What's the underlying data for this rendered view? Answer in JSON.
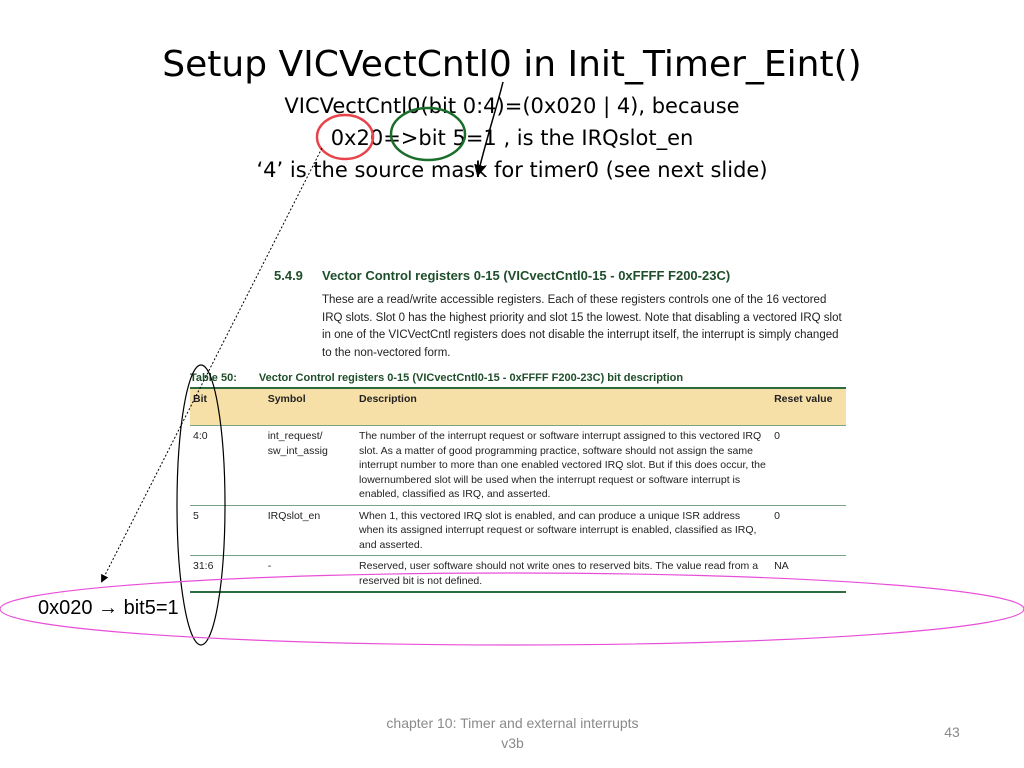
{
  "slide": {
    "title": "Setup VICVectCntl0 in Init_Timer_Eint()",
    "lines": [
      "VICVectCntl0(bit 0:4)=(0x020 | 4), because",
      "0x20=>bit 5=1 , is the IRQslot_en",
      "‘4’ is the source mask for timer0 (see next slide)"
    ]
  },
  "doc": {
    "section_number": "5.4.9",
    "section_title": "Vector Control registers 0-15 (VICvectCntl0-15 - 0xFFFF F200-23C)",
    "paragraph": "These are a read/write accessible registers. Each of these registers controls one of the 16 vectored IRQ slots. Slot 0 has the highest priority and slot 15 the lowest. Note that disabling a vectored IRQ slot in one of the VICVectCntl registers does not disable the interrupt itself, the interrupt is simply changed to the non-vectored form.",
    "table_caption_label": "Table 50:",
    "table_caption_text": "Vector Control registers 0-15 (VICvectCntl0-15 - 0xFFFF F200-23C) bit description",
    "headers": [
      "Bit",
      "Symbol",
      "Description",
      "Reset value"
    ],
    "rows": [
      {
        "bit": "4:0",
        "symbol": "int_request/ sw_int_assig",
        "description": "The number of the interrupt request or software interrupt assigned to this vectored IRQ slot. As a matter of good programming practice, software should not assign the same interrupt number to more than one enabled vectored IRQ slot. But if this does occur, the lowernumbered slot will be used when the interrupt request or software interrupt is enabled, classified as IRQ, and asserted.",
        "reset": "0"
      },
      {
        "bit": "5",
        "symbol": "IRQslot_en",
        "description": "When 1, this vectored IRQ slot is enabled, and can produce a unique ISR address when its assigned interrupt request or software interrupt is enabled, classified as IRQ, and asserted.",
        "reset": "0"
      },
      {
        "bit": "31:6",
        "symbol": "-",
        "description": "Reserved, user software should not write ones to reserved bits. The value read from a reserved bit is not defined.",
        "reset": "NA"
      }
    ]
  },
  "note": "0x020 → bit5=1",
  "footer": "chapter 10: Timer and external interrupts v3b",
  "page_number": "43",
  "annotation_colors": {
    "red_circle": "#e8434a",
    "green_circle": "#1a6e2a",
    "magenta_ellipse": "#e84fd8",
    "black_ellipse": "#000000",
    "table_header_bg": "#f7e0a8",
    "table_rule": "#2e6a3f",
    "heading_green": "#1f4e2b"
  }
}
